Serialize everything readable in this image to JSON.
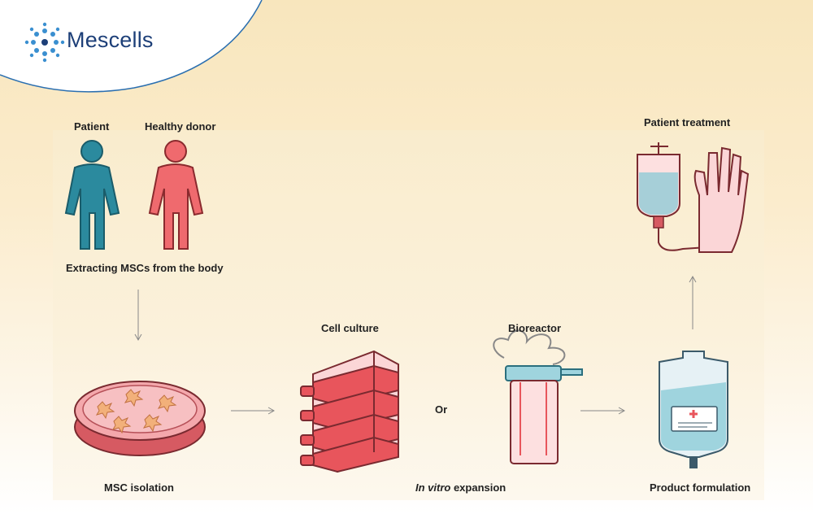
{
  "brand": {
    "name": "Mescells"
  },
  "labels": {
    "patient": "Patient",
    "healthy_donor": "Healthy donor",
    "extracting": "Extracting MSCs from the body",
    "msc_isolation": "MSC isolation",
    "cell_culture": "Cell culture",
    "or": "Or",
    "bioreactor": "Bioreactor",
    "in_vitro_italic": "In vitro",
    "expansion": " expansion",
    "product_formulation": "Product formulation",
    "patient_treatment": "Patient treatment"
  },
  "colors": {
    "teal": "#1e7a8c",
    "red": "#e8555c",
    "pink": "#f08a8e",
    "logo": "#1d3f78",
    "arc": "#2b6fb0"
  }
}
